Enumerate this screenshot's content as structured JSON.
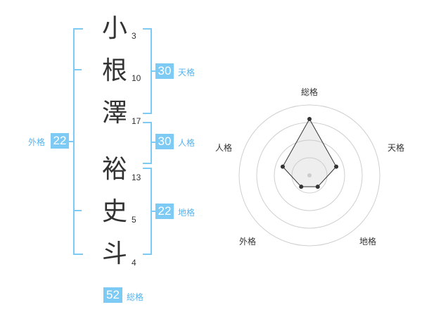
{
  "characters": [
    {
      "char": "小",
      "strokes": "3"
    },
    {
      "char": "根",
      "strokes": "10"
    },
    {
      "char": "澤",
      "strokes": "17"
    },
    {
      "char": "裕",
      "strokes": "13"
    },
    {
      "char": "史",
      "strokes": "5"
    },
    {
      "char": "斗",
      "strokes": "4"
    }
  ],
  "kakusu": {
    "tenkaku": {
      "value": "30",
      "label": "天格"
    },
    "jinkaku": {
      "value": "30",
      "label": "人格"
    },
    "chikaku": {
      "value": "22",
      "label": "地格"
    },
    "gaikaku": {
      "value": "22",
      "label": "外格"
    },
    "soukaku": {
      "value": "52",
      "label": "総格"
    }
  },
  "chart_data": {
    "type": "radar",
    "axes": [
      "総格",
      "天格",
      "地格",
      "外格",
      "人格"
    ],
    "values": [
      4,
      2,
      1,
      1,
      2
    ],
    "max": 5,
    "rings": 4
  }
}
